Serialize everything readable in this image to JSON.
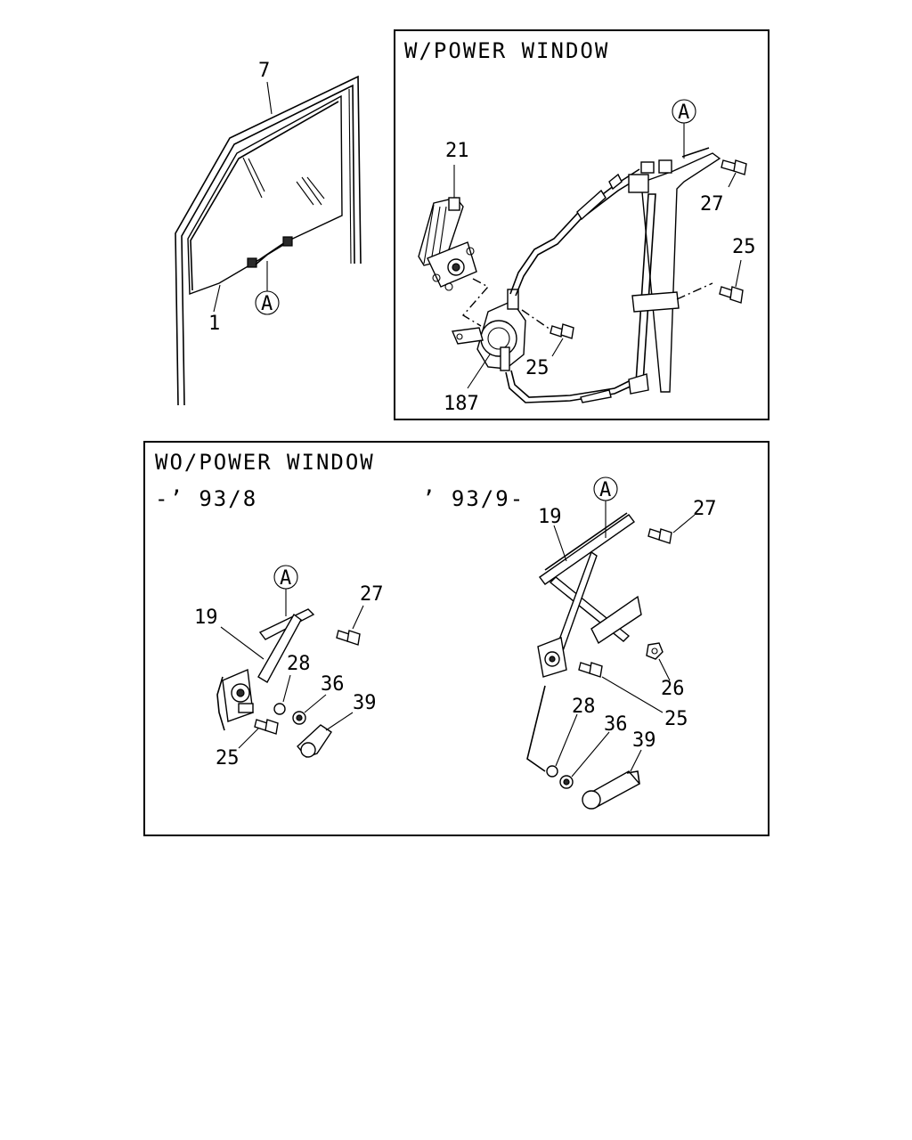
{
  "panels": {
    "power_window": {
      "title": "W/POWER WINDOW"
    },
    "manual_window": {
      "title": "WO/POWER WINDOW",
      "variant_early": "-’ 93/8",
      "variant_late": "’ 93/9-"
    }
  },
  "callouts": {
    "glass": {
      "glass_label": "1",
      "run_channel_label": "7",
      "ref_a": "A"
    },
    "power": {
      "motor": "21",
      "regulator": "187",
      "ref_a": "A",
      "bolt_upper": "27",
      "bolt_right": "25",
      "bolt_motor": "25"
    },
    "early": {
      "ref_a": "A",
      "regulator": "19",
      "bolt_top": "27",
      "washer": "28",
      "spring": "36",
      "handle": "39",
      "bolt_bottom": "25"
    },
    "late": {
      "ref_a": "A",
      "regulator": "19",
      "bolt_top": "27",
      "nut": "26",
      "bolt": "25",
      "washer": "28",
      "spring": "36",
      "handle": "39"
    }
  },
  "icon_names": [
    "door-glass-icon",
    "power-window-motor-icon",
    "window-regulator-icon",
    "bolt-icon",
    "nut-icon",
    "washer-icon",
    "window-crank-handle-icon"
  ]
}
